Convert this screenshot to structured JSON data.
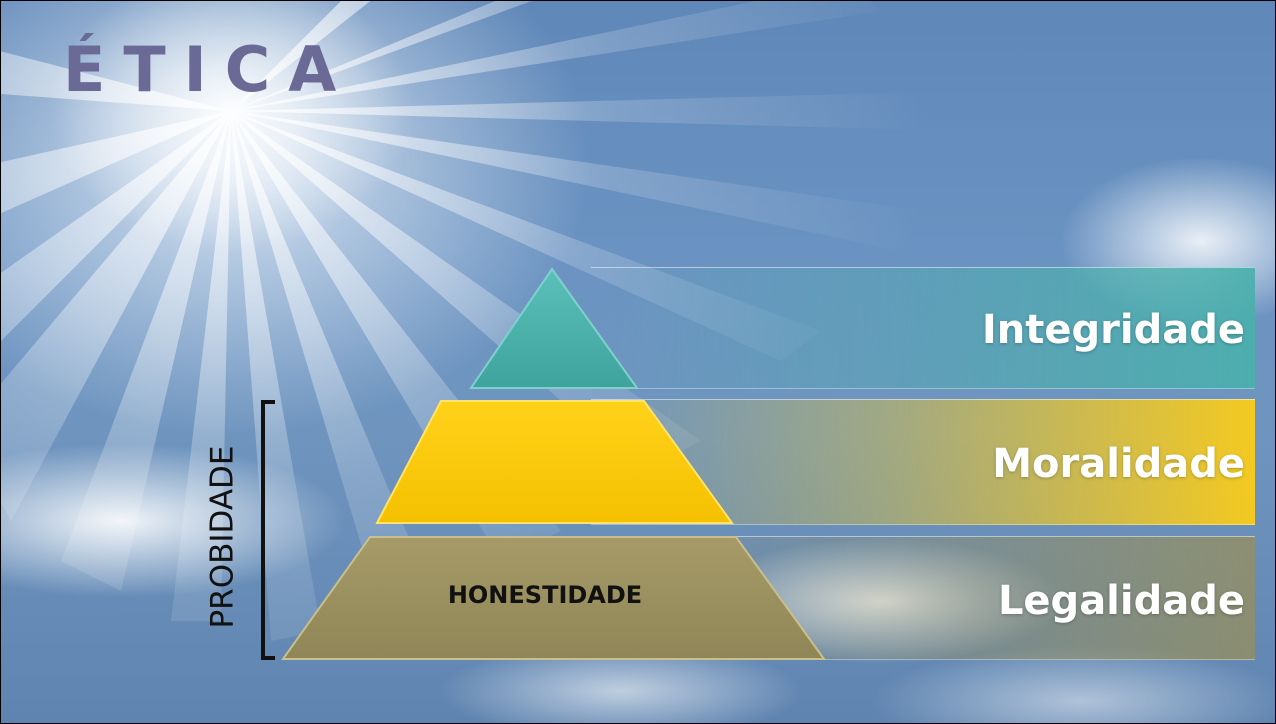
{
  "title": "ÉTICA",
  "bands": [
    {
      "label": "Integridade",
      "color": "#4bb3ae"
    },
    {
      "label": "Moralidade",
      "color": "#ffcc00"
    },
    {
      "label": "Legalidade",
      "color": "#9b9060"
    }
  ],
  "pyramid": {
    "top_color": "#4db0aa",
    "middle_color": "#ffc800",
    "bottom_color": "#9b9060",
    "bottom_label": "HONESTIDADE"
  },
  "bracket_label": "PROBIDADE"
}
